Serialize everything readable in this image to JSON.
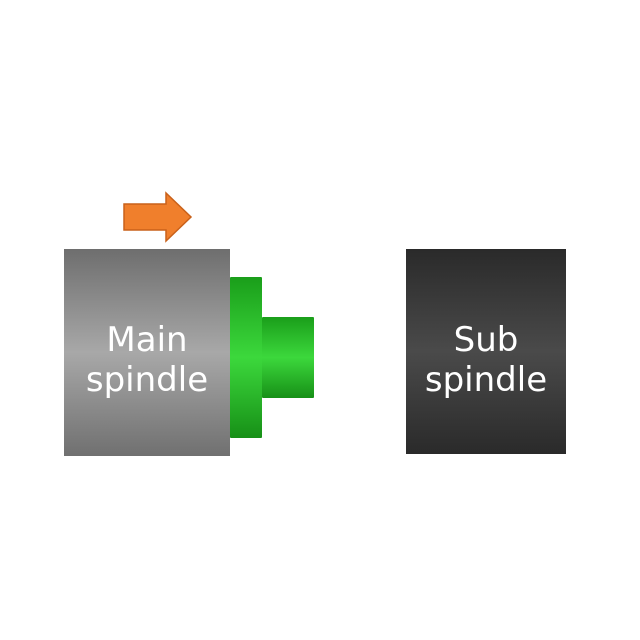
{
  "main_spindle": {
    "label_line1": "Main",
    "label_line2": "spindle"
  },
  "sub_spindle": {
    "label_line1": "Sub",
    "label_line2": "spindle"
  },
  "motion_arrow": {
    "icon": "arrow-right-icon",
    "direction": "right"
  },
  "colors": {
    "main_spindle": "#8c8c8c",
    "sub_spindle": "#3a3a3a",
    "workpiece": "#1fc41f",
    "arrow": "#f07f2c"
  }
}
